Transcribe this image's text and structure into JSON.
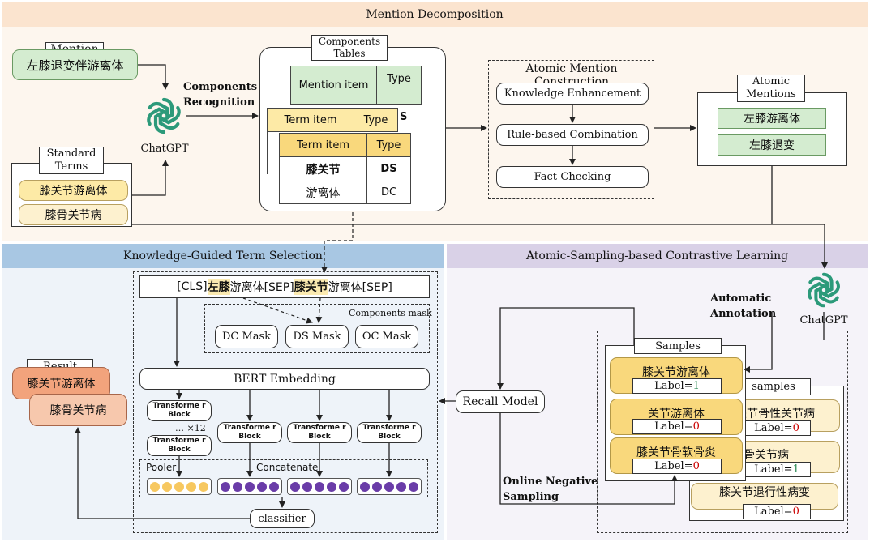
{
  "sections": {
    "top": "Mention Decomposition",
    "left": "Knowledge-Guided Term Selection",
    "right": "Atomic-Sampling-based Contrastive Learning"
  },
  "mention": {
    "title": "Mention",
    "value": "左膝退变伴游离体"
  },
  "standard_terms": {
    "title": "Standard Terms",
    "items": [
      "膝关节游离体",
      "膝骨关节病"
    ]
  },
  "chatgpt_label": "ChatGPT",
  "components_recognition": "Components Recognition",
  "components_tables": {
    "title": "Components Tables",
    "mention_table": {
      "headers": [
        "Mention item",
        "Type"
      ],
      "peek": "S"
    },
    "term_table_back": {
      "headers": [
        "Term item",
        "Type"
      ]
    },
    "term_table": {
      "headers": [
        "Term item",
        "Type"
      ],
      "rows": [
        [
          "膝关节",
          "DS"
        ],
        [
          "游离体",
          "DC"
        ]
      ]
    }
  },
  "atomic_construction": {
    "title": "Atomic Mention Construction",
    "steps": [
      "Knowledge Enhancement",
      "Rule-based Combination",
      "Fact-Checking"
    ]
  },
  "atomic_mentions": {
    "title": "Atomic Mentions",
    "items": [
      "左膝游离体",
      "左膝退变"
    ]
  },
  "input_seq": {
    "cls": "[CLS]",
    "b1": "左膝",
    "t1": "游离体[SEP]",
    "b2": "膝关节",
    "t2": "游离体[SEP]"
  },
  "components_mask": {
    "title": "Components mask",
    "items": [
      "DC Mask",
      "DS Mask",
      "OC Mask"
    ]
  },
  "bert": "BERT  Embedding",
  "transformer_block": "Transforme r Block",
  "repeat_mark": "… ×12",
  "pooler": "Pooler",
  "concatenate": "Concatenate",
  "classifier": "classifier",
  "result": {
    "title": "Result",
    "items": [
      "膝关节游离体",
      "膝骨关节病"
    ]
  },
  "automatic_annotation": "Automatic Annotation",
  "chatgpt_label2": "ChatGPT",
  "recall_model": "Recall Model",
  "online_negative": "Online Negative Sampling",
  "samples": {
    "title": "Samples",
    "items": [
      {
        "text": "膝关节游离体",
        "label": "Label=",
        "value": "1"
      },
      {
        "text": "关节游离体",
        "label": "Label=",
        "value": "0"
      },
      {
        "text": "膝关节骨软骨炎",
        "label": "Label=",
        "value": "0"
      }
    ]
  },
  "samples_back": {
    "title": "samples",
    "items": [
      {
        "text": "关节骨性关节病",
        "label": "Label=",
        "value": "0"
      },
      {
        "text": "骨关节病",
        "label": "Label=",
        "value": "1"
      },
      {
        "text": "膝关节退行性病变",
        "label": "Label=",
        "value": "0"
      }
    ]
  },
  "colors": {
    "value_red": "#cc0000",
    "value_green": "#2e8b57",
    "arrow": "#333333"
  }
}
